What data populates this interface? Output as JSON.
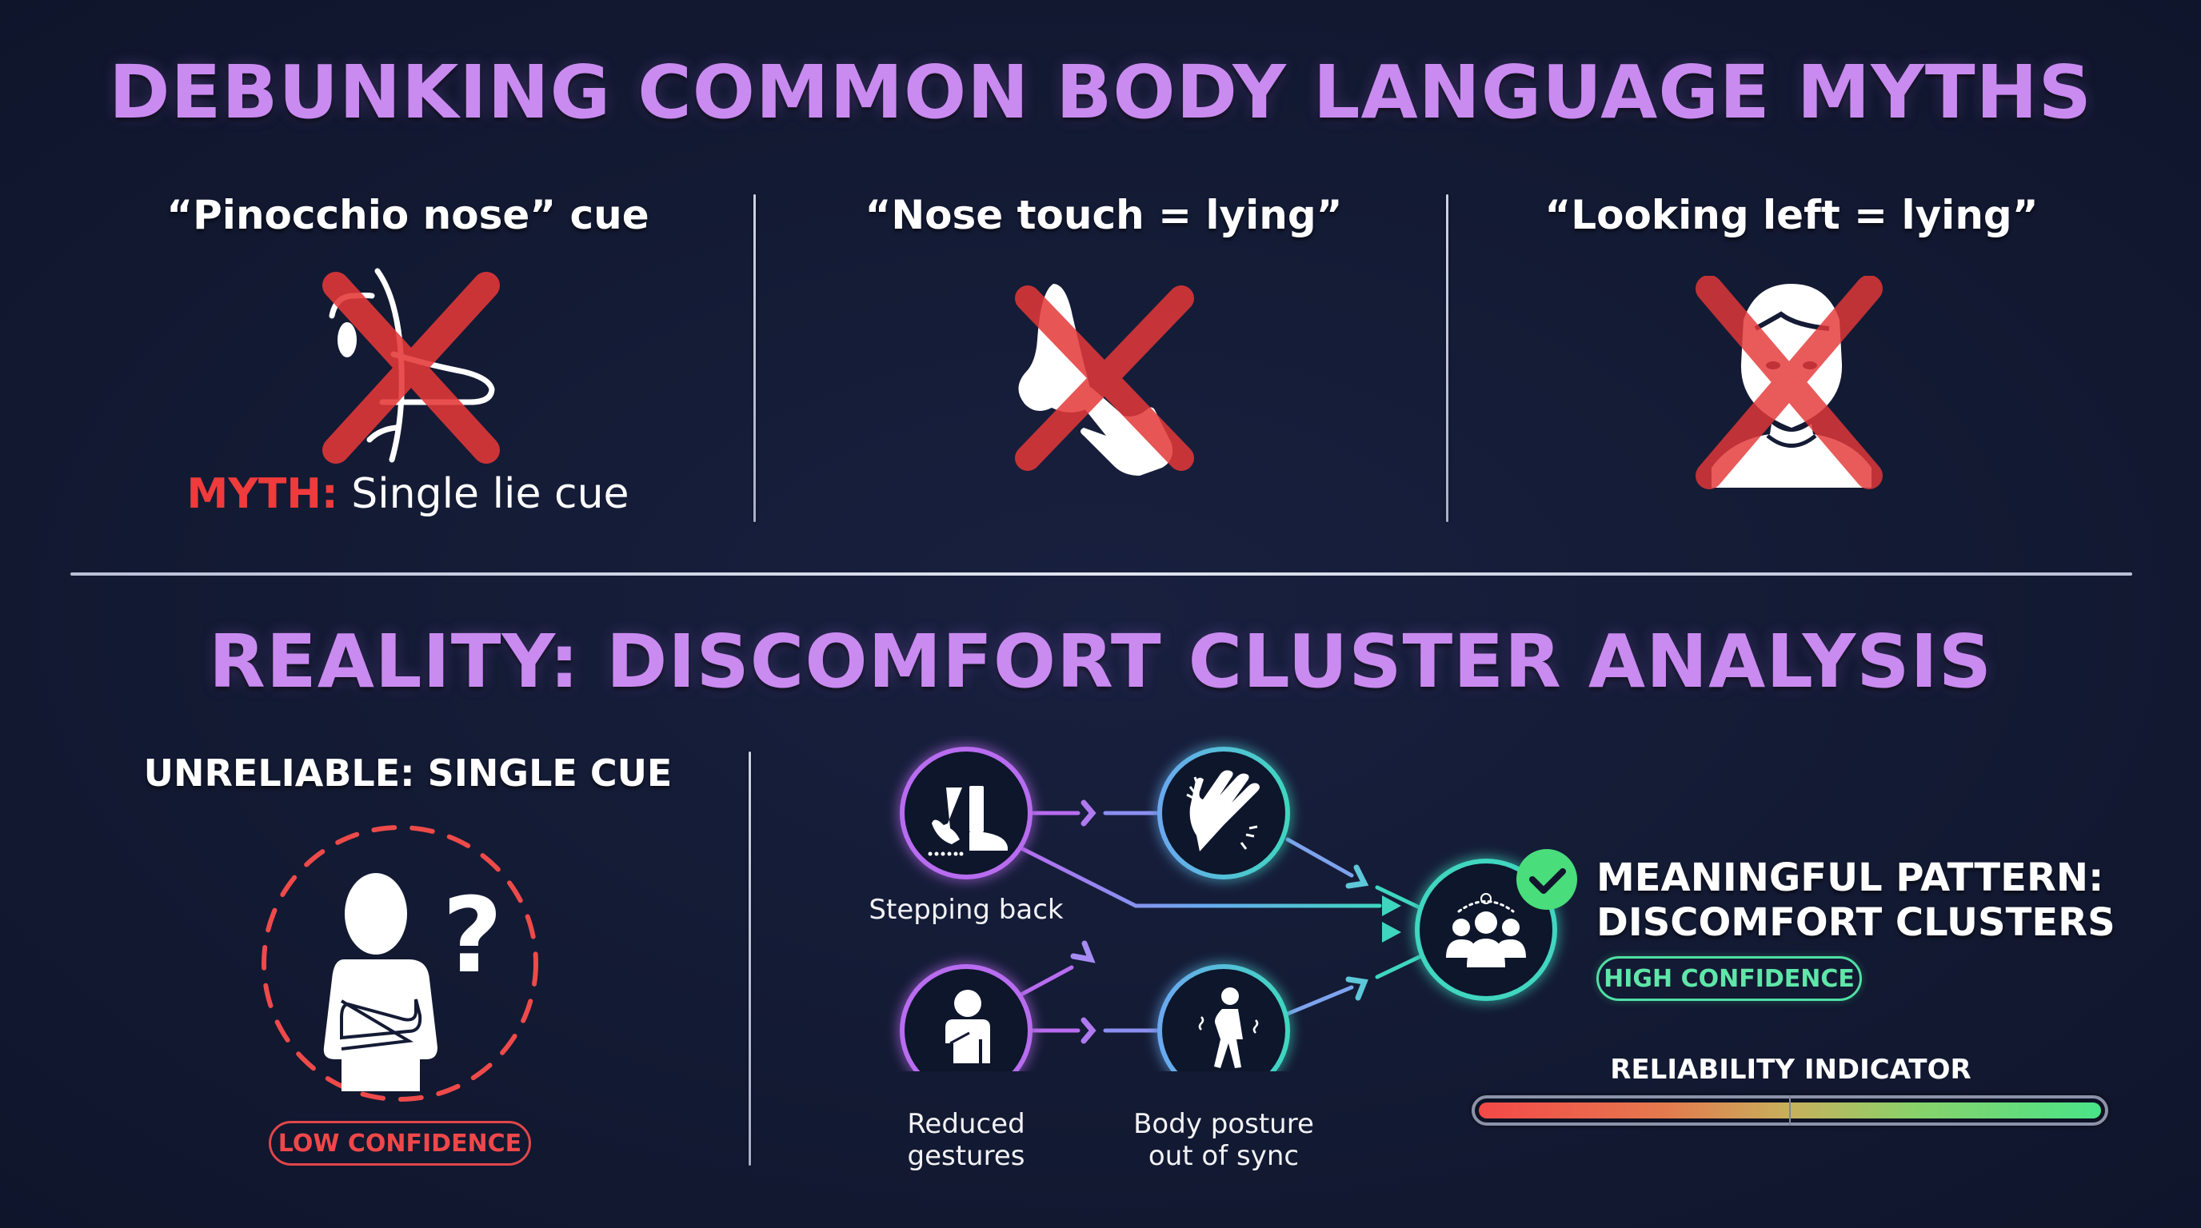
{
  "header": {
    "title": "DEBUNKING COMMON BODY LANGUAGE MYTHS"
  },
  "myths": [
    {
      "heading": "“Pinocchio nose” cue",
      "icon": "pinocchio-nose-icon",
      "crossed": true
    },
    {
      "heading": "“Nose touch = lying”",
      "icon": "nose-touch-icon",
      "crossed": true
    },
    {
      "heading": "“Looking left = lying”",
      "icon": "person-looking-left-icon",
      "crossed": true
    }
  ],
  "myth_label": {
    "tag": "MYTH:",
    "text": "Single lie cue"
  },
  "reality": {
    "title": "REALITY: DISCOMFORT CLUSTER ANALYSIS",
    "single_cue": {
      "heading": "UNRELIABLE: SINGLE CUE",
      "icon": "person-crossed-arms-question-icon",
      "badge": "LOW CONFIDENCE"
    },
    "cluster": {
      "nodes": [
        {
          "id": "stepping-back",
          "label": "Stepping back",
          "icon": "stepping-back-feet-icon"
        },
        {
          "id": "hand-rubbing",
          "label": "",
          "icon": "hands-rubbing-icon"
        },
        {
          "id": "reduced-gestures",
          "label": "Reduced gestures",
          "label_lines": [
            "Reduced",
            "gestures"
          ],
          "icon": "reduced-gestures-person-icon"
        },
        {
          "id": "posture-out-of-sync",
          "label": "Body posture out of sync",
          "label_lines": [
            "Body posture",
            "out of sync"
          ],
          "icon": "posture-out-of-sync-icon"
        }
      ],
      "hub_icon": "group-cluster-icon",
      "check_icon": "checkmark-icon",
      "result_heading_lines": [
        "MEANINGFUL PATTERN:",
        "DISCOMFORT CLUSTERS"
      ],
      "badge": "HIGH CONFIDENCE"
    },
    "reliability": {
      "label": "RELIABILITY INDICATOR",
      "gradient": [
        "#f44848",
        "#c7b15c",
        "#49e488"
      ]
    }
  },
  "colors": {
    "background": "#131a33",
    "title_purple": "#c98bf0",
    "myth_red": "#ef3b3b",
    "node_purple": "#b86cf0",
    "node_blue": "#6aa8f0",
    "node_teal": "#3fd6c0",
    "confidence_green": "#5fe6a9",
    "confidence_red": "#f0474a"
  }
}
